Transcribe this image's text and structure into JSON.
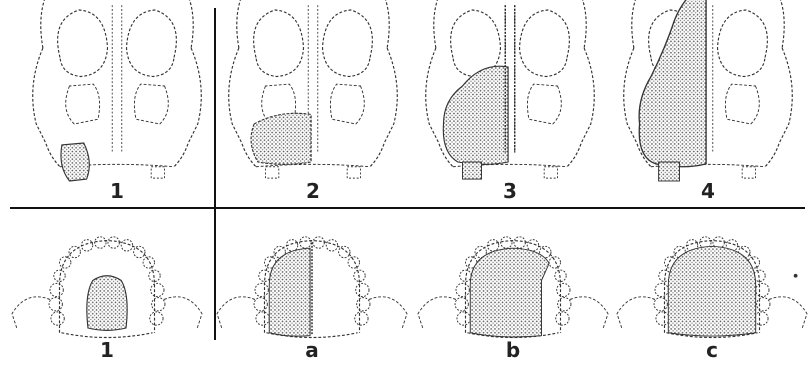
{
  "top_labels": [
    "1",
    "2",
    "3",
    "4"
  ],
  "bottom_labels": [
    "1",
    "a",
    "b",
    "c"
  ],
  "colors": {
    "line": "#333333",
    "shade": "#555555",
    "background": "#ffffff"
  }
}
